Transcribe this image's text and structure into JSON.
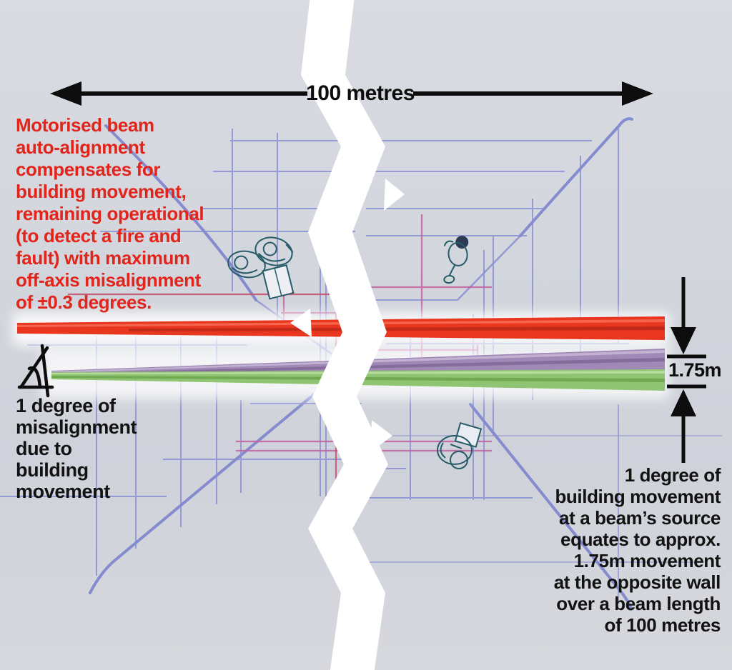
{
  "top_arrow": {
    "label": "100 metres"
  },
  "dimension": {
    "label": "1.75m"
  },
  "notes": {
    "auto_alignment": "Motorised beam\nauto-alignment\ncompensates for\nbuilding movement,\nremaining operational\n(to detect a fire and\nfault) with maximum\noff-axis misalignment\nof ±0.3 degrees.",
    "misalignment": "1 degree of\nmisalignment\ndue to\nbuilding\nmovement",
    "building_movement": "1 degree of\nbuilding movement\nat a beam’s source\nequates to approx.\n1.75m movement\nat the opposite wall\nover a beam length\nof 100 metres"
  },
  "colors": {
    "background": "#d3d6dd",
    "beam_red": "#e8361f",
    "beam_purple": "#a089b6",
    "beam_green": "#8fc572",
    "wireframe_blue": "#828bd1",
    "wireframe_pink": "#c45f9f",
    "wireframe_crimson": "#c84b6a",
    "figure_teal": "#265b68",
    "text_red": "#e2241a",
    "text_black": "#121212",
    "break_white": "#ffffff",
    "arrow_black": "#0d0d0d"
  }
}
